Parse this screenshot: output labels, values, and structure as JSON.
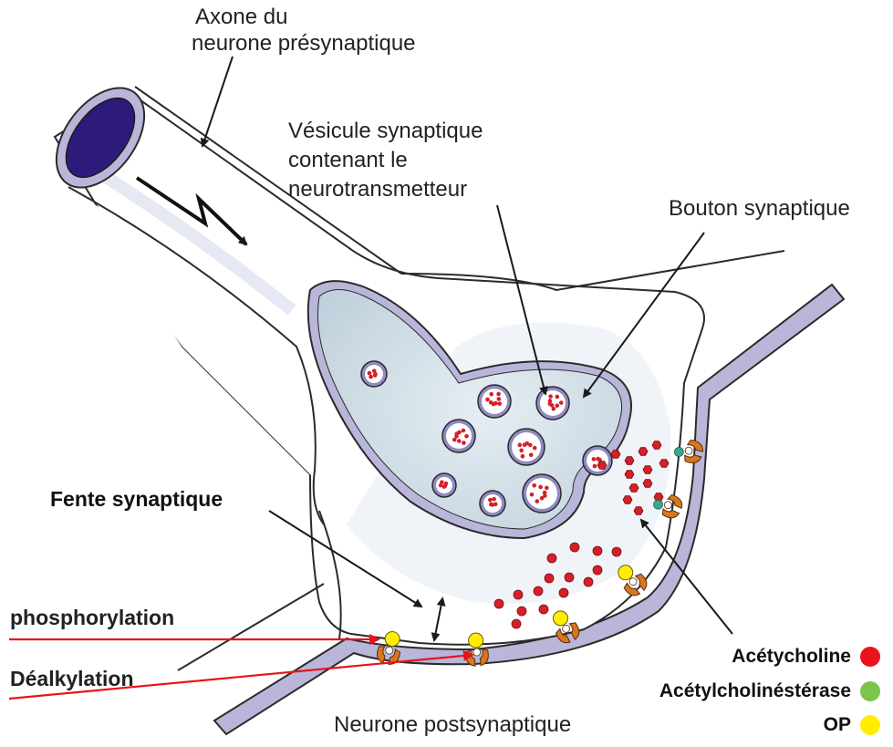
{
  "labels": {
    "axone": [
      "Axone du",
      "neurone présynaptique"
    ],
    "vesicule": [
      "Vésicule synaptique",
      "contenant le",
      "neurotransmetteur"
    ],
    "bouton": "Bouton synaptique",
    "fente": "Fente synaptique",
    "postsynaptique": "Neurone postsynaptique",
    "phosphorylation": "phosphorylation",
    "dealkylation": "Déalkylation"
  },
  "legend": [
    {
      "label": "Acétycholine",
      "color": "#e8131b"
    },
    {
      "label": "Acétylcholinéstérase",
      "color": "#7cc44a"
    },
    {
      "label": "OP",
      "color": "#ffee00"
    }
  ],
  "colors": {
    "membrane": "#b9b6d9",
    "membrane_dark": "#8f8ac0",
    "cytoplasm": "#cfdde7",
    "axon_end": "#2e1a7a",
    "acetylcholine": "#d4202a",
    "enzyme": "#d9771f",
    "annotation_red": "#e8131b",
    "outline": "#2b2b2b"
  },
  "icons": {
    "signal": "lightning-arrow-icon"
  }
}
